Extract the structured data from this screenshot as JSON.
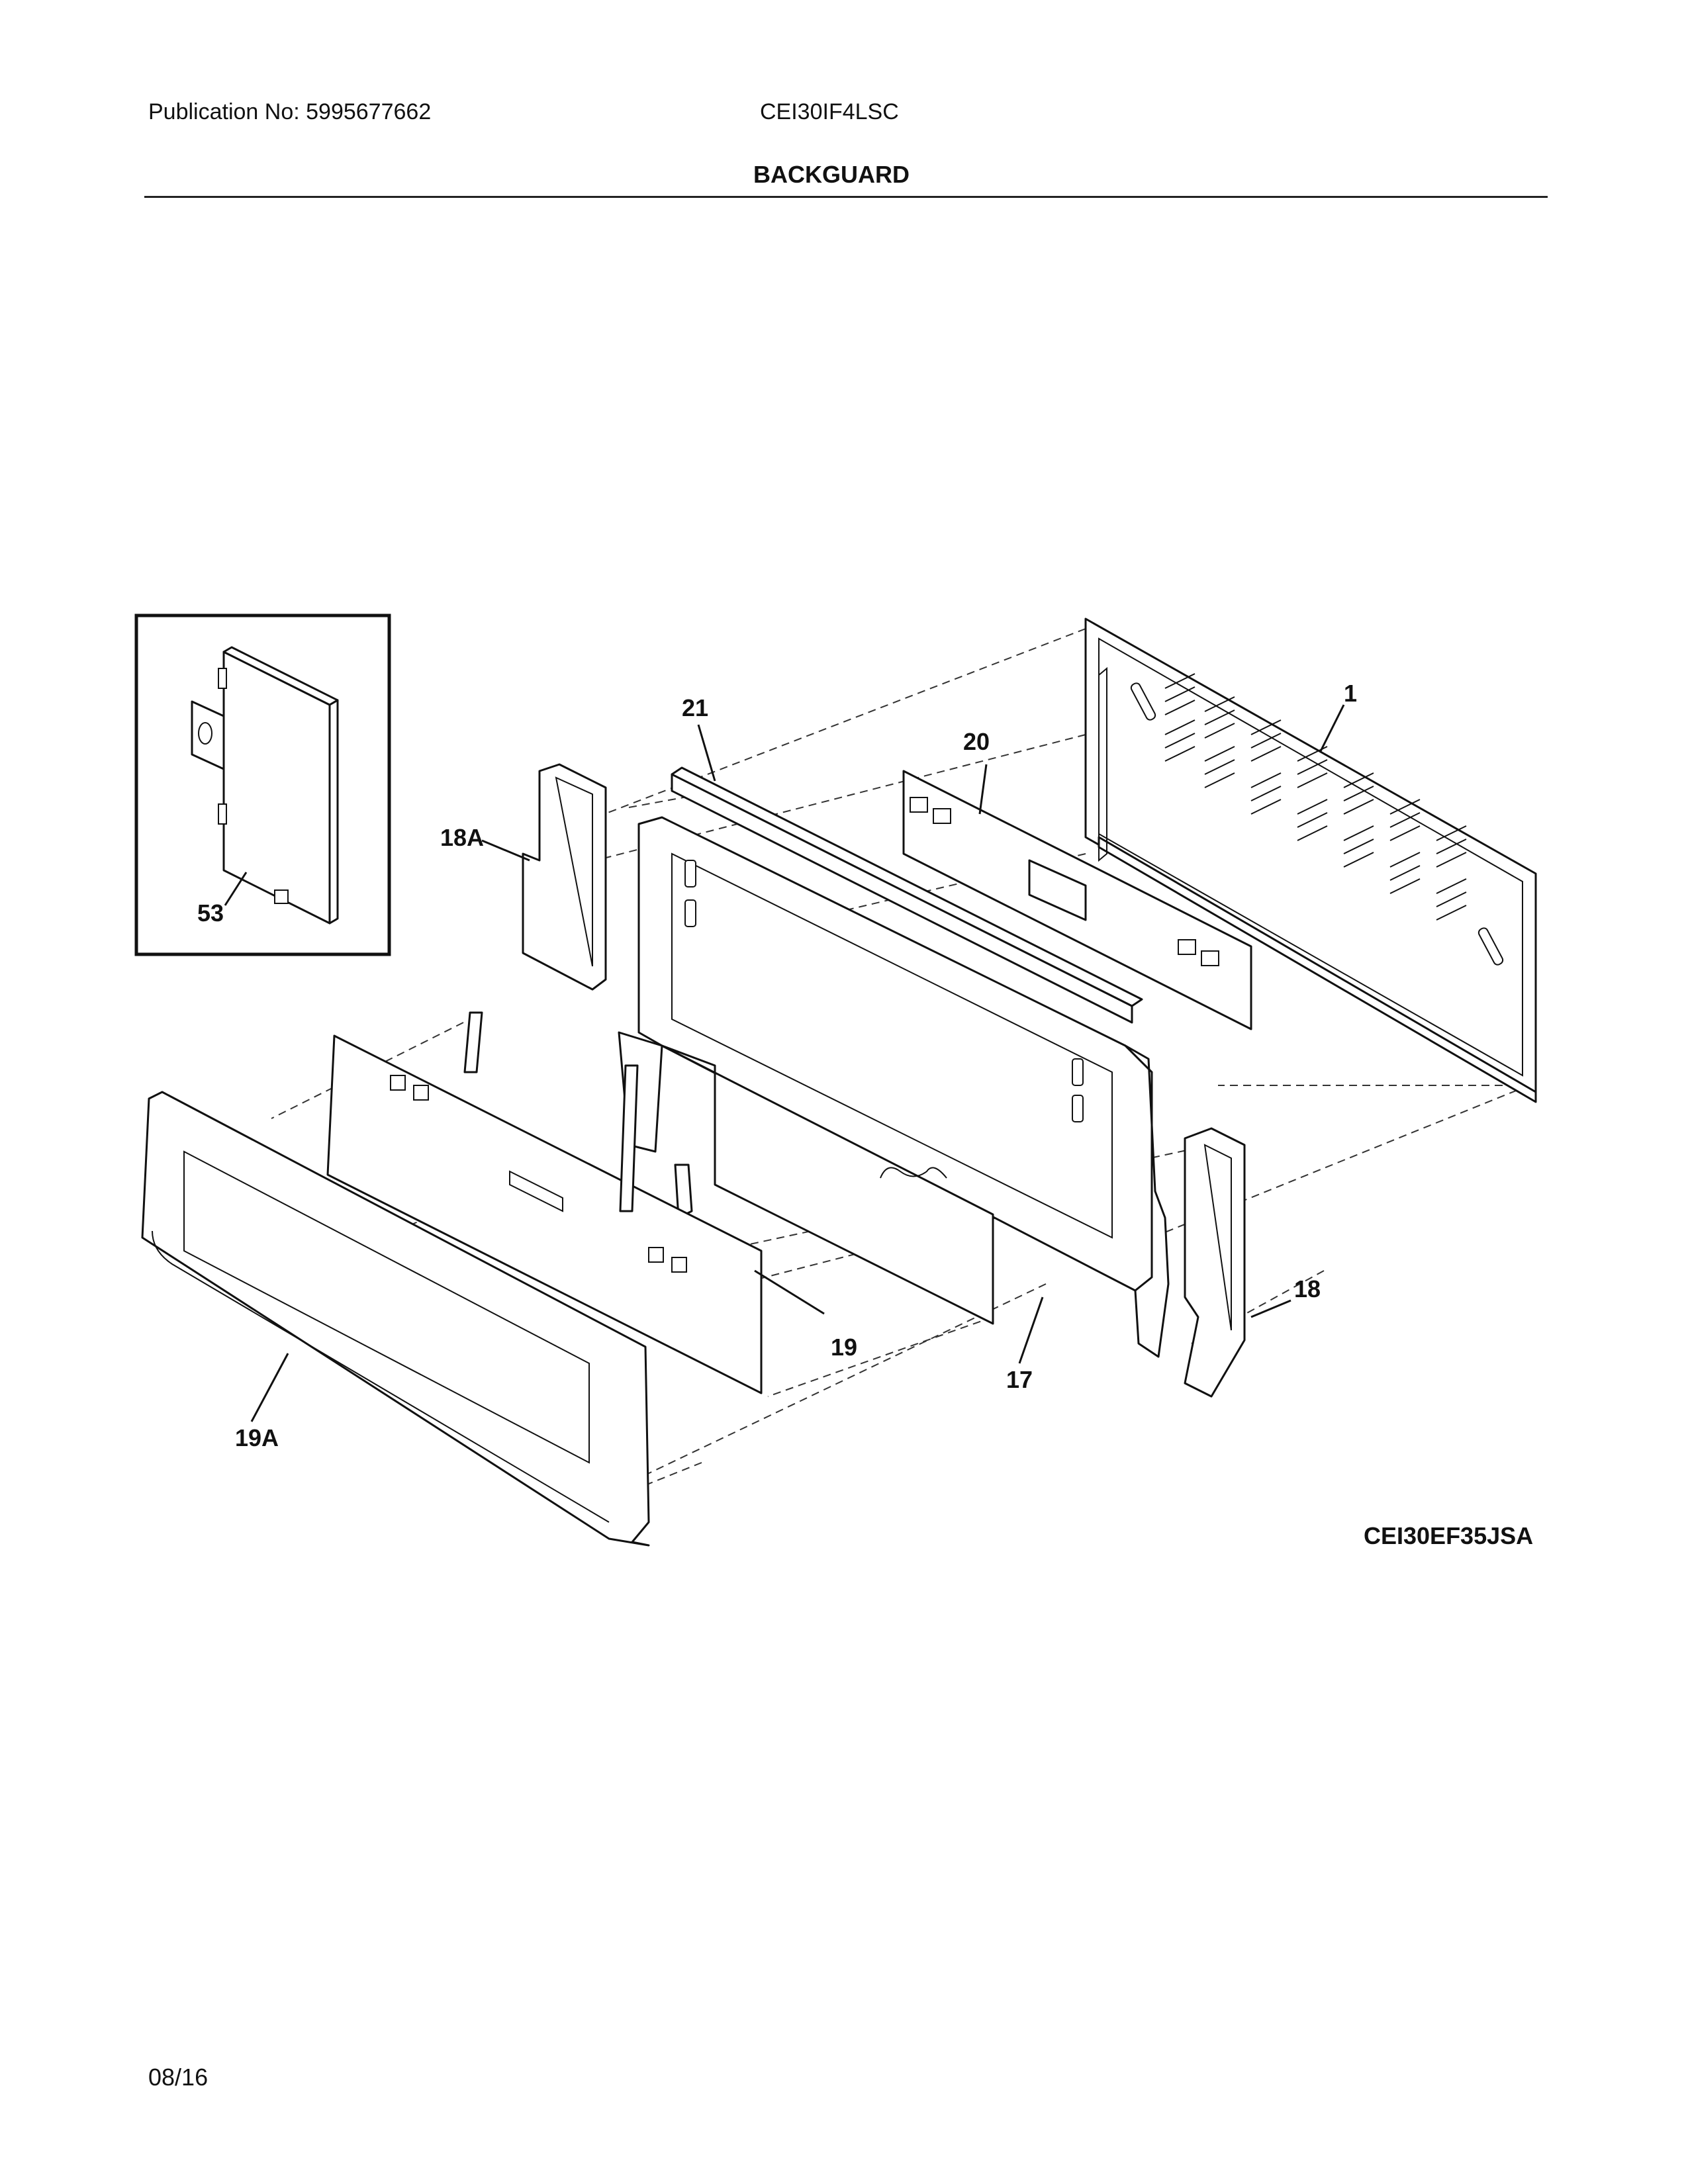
{
  "header": {
    "publication": "Publication No: 5995677662",
    "model": "CEI30IF4LSC",
    "section_title": "BACKGUARD"
  },
  "diagram": {
    "callouts": {
      "c1": "1",
      "c17": "17",
      "c18": "18",
      "c18a": "18A",
      "c19": "19",
      "c19a": "19A",
      "c20": "20",
      "c21": "21",
      "c53": "53"
    },
    "code": "CEI30EF35JSA"
  },
  "footer": {
    "date": "08/16"
  }
}
